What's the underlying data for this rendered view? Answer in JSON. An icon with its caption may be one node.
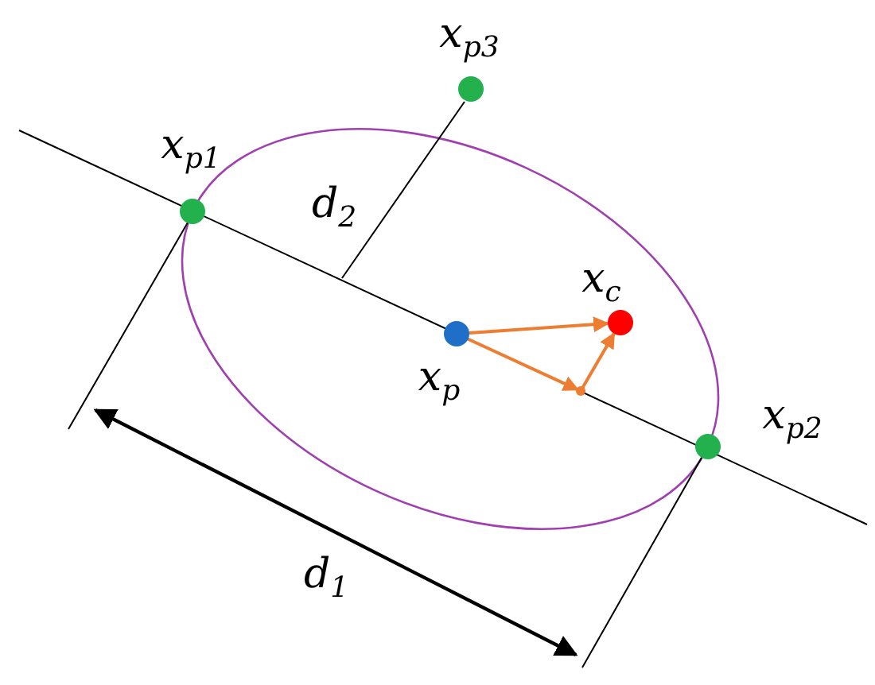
{
  "diagram": {
    "nodes": [
      {
        "text": [],
        "shape": "circle",
        "beside": [
          "x$_{p3}$"
        ]
      },
      {
        "text": [],
        "shape": "circle",
        "beside": [
          "x$_{p1}$"
        ]
      },
      {
        "text": [],
        "shape": "circle",
        "beside": [
          "x$_{c}$"
        ]
      },
      {
        "text": [],
        "shape": "circle",
        "beside": [
          "x$_{p}$"
        ]
      },
      {
        "text": [],
        "shape": "point"
      },
      {
        "text": [],
        "shape": "circle",
        "beside": [
          "x$_{p2}$"
        ]
      }
    ],
    "edges": [
      {
        "from": 3,
        "to": 2,
        "arrow": "to"
      },
      {
        "from": 3,
        "to": 4,
        "arrow": "to"
      },
      {
        "from": 4,
        "to": 2,
        "arrow": "to"
      }
    ],
    "labels": [
      "d$_{2}$",
      "d$_{1}$"
    ]
  }
}
